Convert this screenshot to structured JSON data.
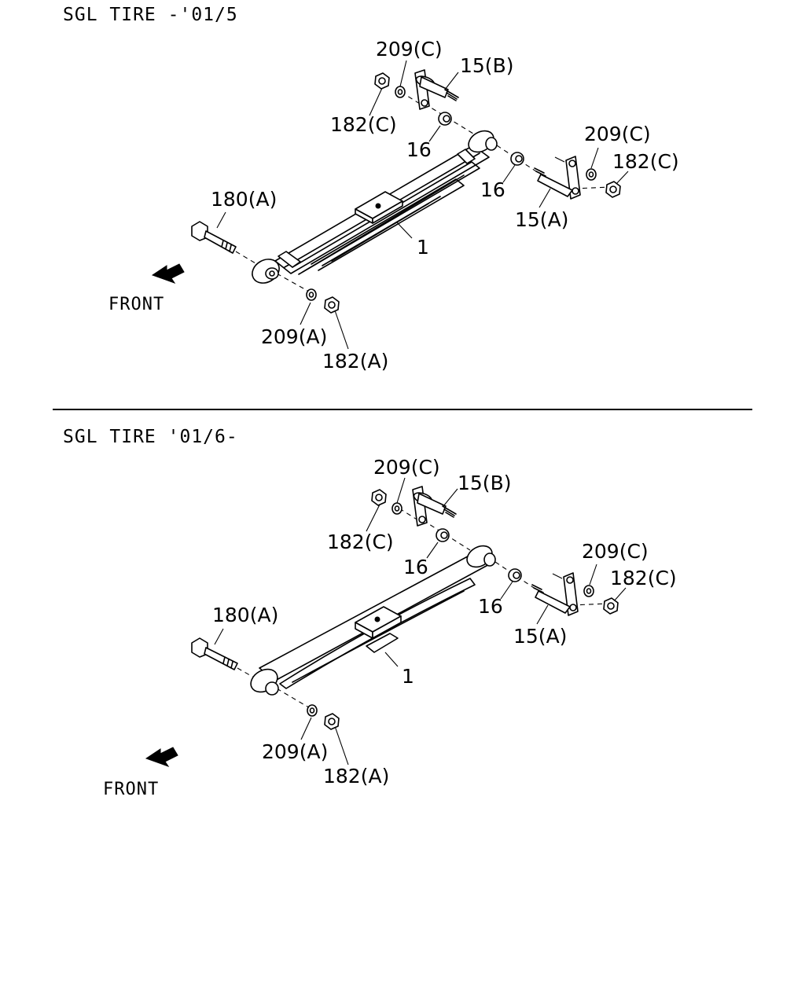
{
  "panels": [
    {
      "heading": "SGL TIRE -'01/5",
      "front_label": "FRONT",
      "callouts": {
        "washer_upper": "209(C)",
        "pin_upper": "15(B)",
        "nut_upper": "182(C)",
        "bushing_upper": "16",
        "washer_rear": "209(C)",
        "nut_rear": "182(C)",
        "bushing_rear": "16",
        "pin_rear": "15(A)",
        "bolt_front": "180(A)",
        "leaf_spring": "1",
        "washer_front": "209(A)",
        "nut_front": "182(A)"
      }
    },
    {
      "heading": "SGL TIRE '01/6-",
      "front_label": "FRONT",
      "callouts": {
        "washer_upper": "209(C)",
        "pin_upper": "15(B)",
        "nut_upper": "182(C)",
        "bushing_upper": "16",
        "washer_rear": "209(C)",
        "nut_rear": "182(C)",
        "bushing_rear": "16",
        "pin_rear": "15(A)",
        "bolt_front": "180(A)",
        "leaf_spring": "1",
        "washer_front": "209(A)",
        "nut_front": "182(A)"
      }
    }
  ]
}
